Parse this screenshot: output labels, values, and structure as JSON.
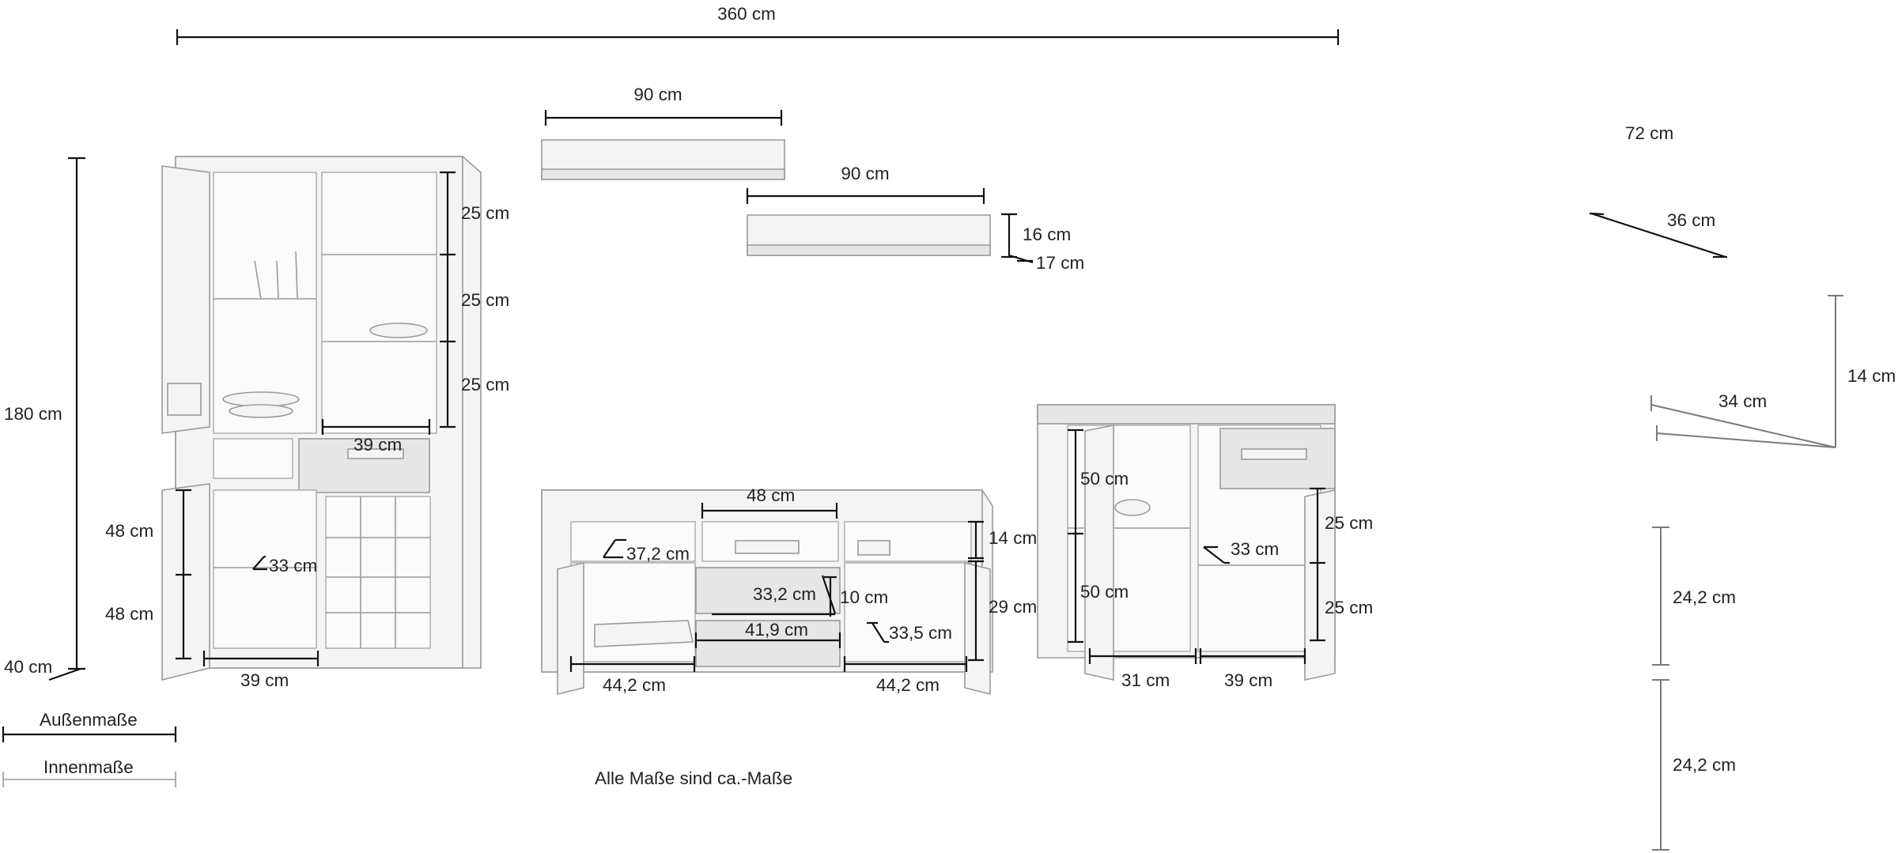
{
  "dimensions": {
    "total_width": "360 cm",
    "shelf_top_width": "90 cm",
    "shelf_bottom_width": "90 cm",
    "shelf_height": "16 cm",
    "shelf_depth": "17 cm",
    "highboard_height": "180 cm",
    "highboard_depth": "40 cm",
    "highboard_upper_shelf_1": "25 cm",
    "highboard_upper_shelf_2": "25 cm",
    "highboard_upper_shelf_3": "25 cm",
    "highboard_drawer_width": "39 cm",
    "highboard_lower_1": "48 cm",
    "highboard_lower_2": "48 cm",
    "highboard_inner_depth": "33 cm",
    "highboard_bottom_width": "39 cm",
    "tv_top_width": "48 cm",
    "tv_inner_depth": "37,2 cm",
    "tv_compartment_height": "14 cm",
    "tv_drawer_depth": "33,2 cm",
    "tv_drawer_height": "10 cm",
    "tv_cabinet_height": "29 cm",
    "tv_drawer_width": "41,9 cm",
    "tv_right_depth": "33,5 cm",
    "tv_left_width": "44,2 cm",
    "tv_right_width": "44,2 cm",
    "sideboard_left_height_1": "50 cm",
    "sideboard_left_height_2": "50 cm",
    "sideboard_inner_depth": "33 cm",
    "sideboard_right_height_1": "25 cm",
    "sideboard_right_height_2": "25 cm",
    "sideboard_left_width": "31 cm",
    "sideboard_right_width": "39 cm",
    "side_width": "72 cm",
    "side_depth_top": "36 cm",
    "side_depth_middle": "34 cm",
    "side_height_middle": "14 cm",
    "side_height_1": "24,2 cm",
    "side_height_2": "24,2 cm"
  },
  "legend": {
    "outer": "Außenmaße",
    "inner": "Innenmaße"
  },
  "note": "Alle Maße sind ca.-Maße"
}
